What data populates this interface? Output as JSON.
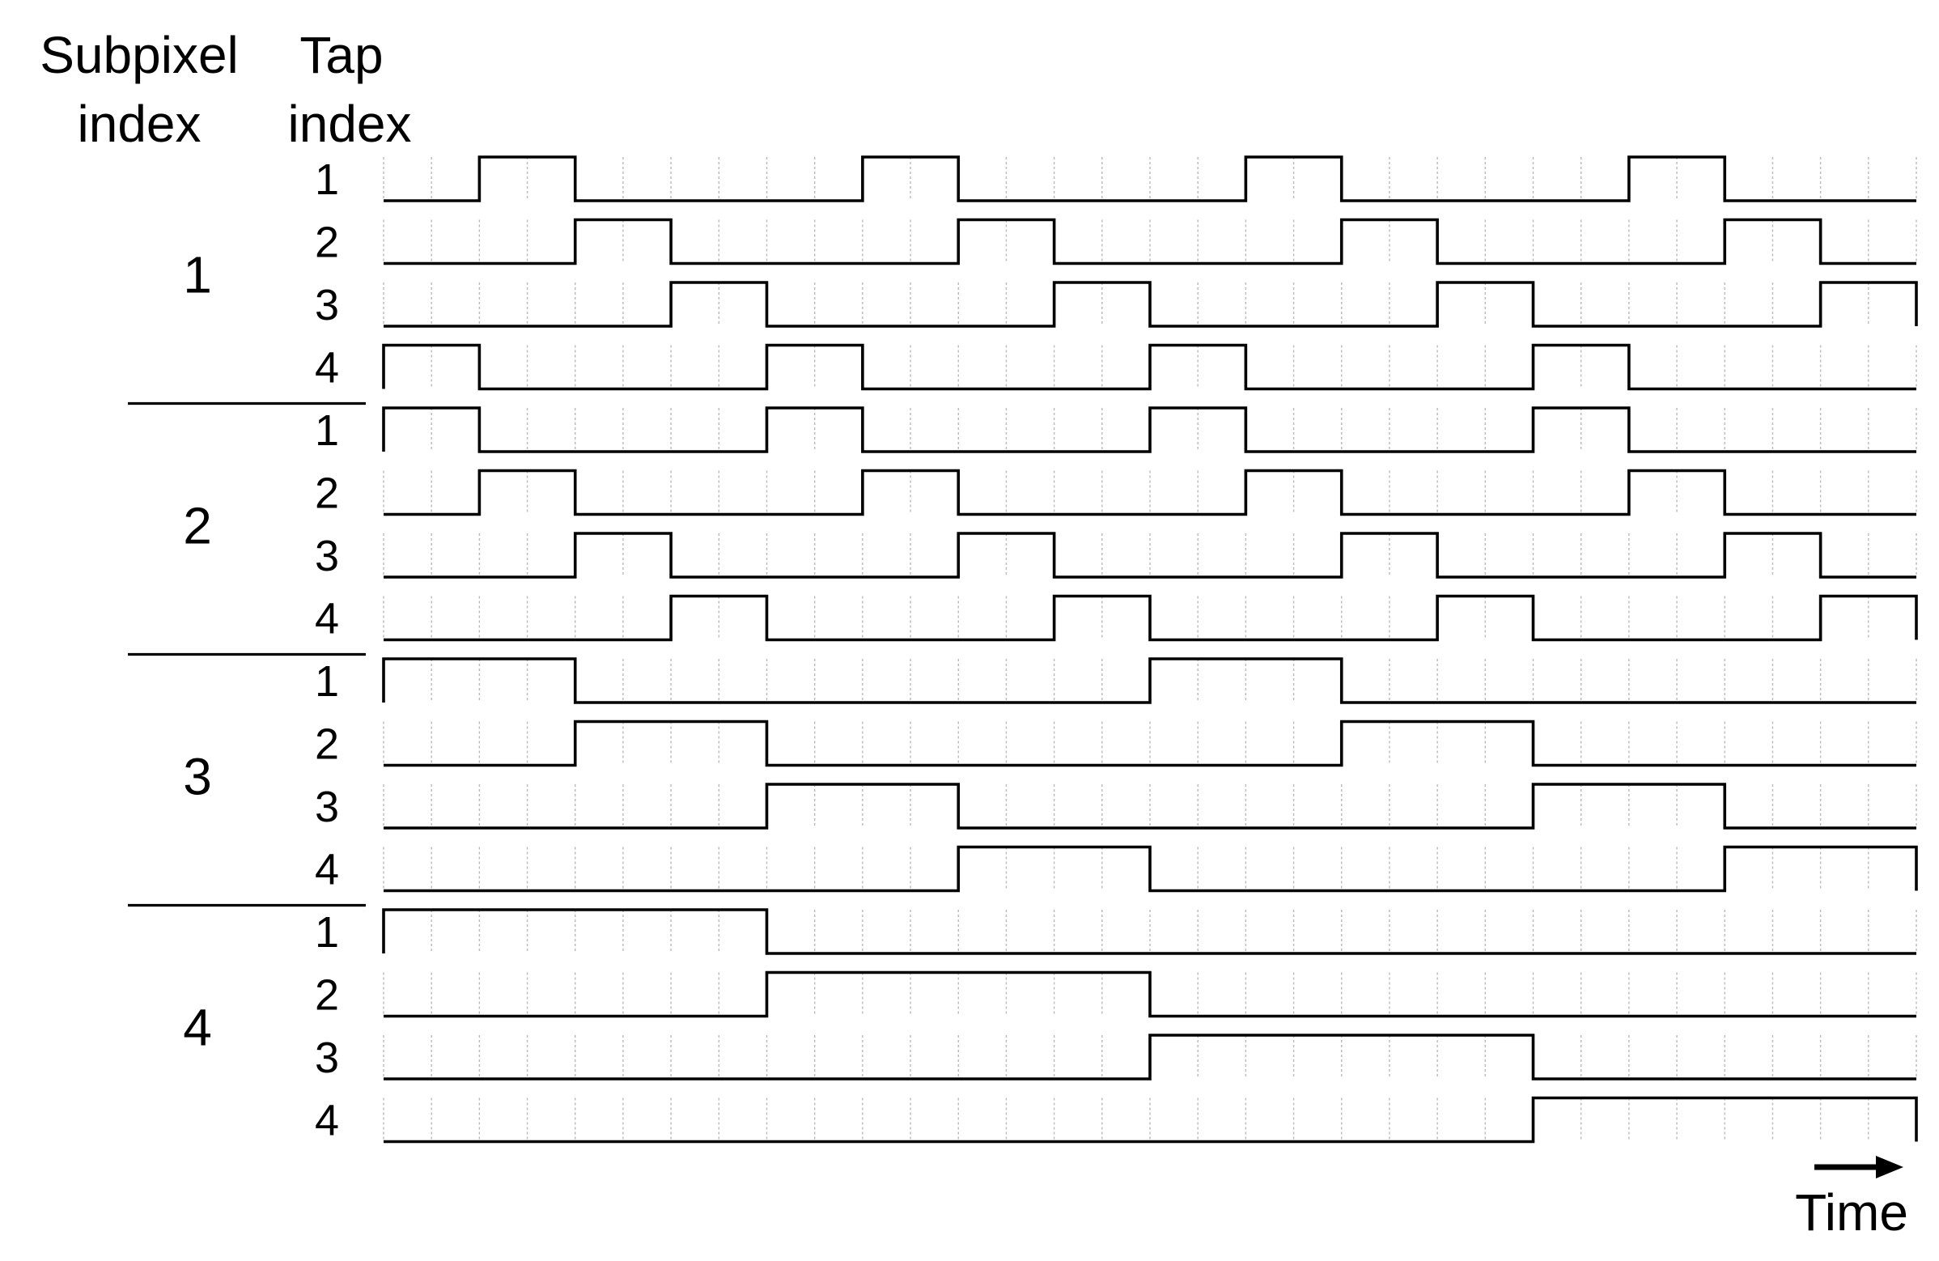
{
  "headers": {
    "subpixel_line1": "Subpixel",
    "subpixel_line2": "index",
    "tap_line1": "Tap",
    "tap_line2": "index"
  },
  "time_label": "Time",
  "time_steps": 16,
  "groups": [
    {
      "label": "1",
      "taps": [
        {
          "label": "1",
          "pattern": [
            0,
            1,
            0,
            0,
            0,
            1,
            0,
            0,
            0,
            1,
            0,
            0,
            0,
            1,
            0,
            0
          ]
        },
        {
          "label": "2",
          "pattern": [
            0,
            0,
            1,
            0,
            0,
            0,
            1,
            0,
            0,
            0,
            1,
            0,
            0,
            0,
            1,
            0
          ]
        },
        {
          "label": "3",
          "pattern": [
            0,
            0,
            0,
            1,
            0,
            0,
            0,
            1,
            0,
            0,
            0,
            1,
            0,
            0,
            0,
            1
          ]
        },
        {
          "label": "4",
          "pattern": [
            1,
            0,
            0,
            0,
            1,
            0,
            0,
            0,
            1,
            0,
            0,
            0,
            1,
            0,
            0,
            0
          ]
        }
      ]
    },
    {
      "label": "2",
      "taps": [
        {
          "label": "1",
          "pattern": [
            1,
            0,
            0,
            0,
            1,
            0,
            0,
            0,
            1,
            0,
            0,
            0,
            1,
            0,
            0,
            0
          ]
        },
        {
          "label": "2",
          "pattern": [
            0,
            1,
            0,
            0,
            0,
            1,
            0,
            0,
            0,
            1,
            0,
            0,
            0,
            1,
            0,
            0
          ]
        },
        {
          "label": "3",
          "pattern": [
            0,
            0,
            1,
            0,
            0,
            0,
            1,
            0,
            0,
            0,
            1,
            0,
            0,
            0,
            1,
            0
          ]
        },
        {
          "label": "4",
          "pattern": [
            0,
            0,
            0,
            1,
            0,
            0,
            0,
            1,
            0,
            0,
            0,
            1,
            0,
            0,
            0,
            1
          ]
        }
      ]
    },
    {
      "label": "3",
      "taps": [
        {
          "label": "1",
          "pattern": [
            1,
            1,
            0,
            0,
            0,
            0,
            0,
            0,
            1,
            1,
            0,
            0,
            0,
            0,
            0,
            0
          ]
        },
        {
          "label": "2",
          "pattern": [
            0,
            0,
            1,
            1,
            0,
            0,
            0,
            0,
            0,
            0,
            1,
            1,
            0,
            0,
            0,
            0
          ]
        },
        {
          "label": "3",
          "pattern": [
            0,
            0,
            0,
            0,
            1,
            1,
            0,
            0,
            0,
            0,
            0,
            0,
            1,
            1,
            0,
            0
          ]
        },
        {
          "label": "4",
          "pattern": [
            0,
            0,
            0,
            0,
            0,
            0,
            1,
            1,
            0,
            0,
            0,
            0,
            0,
            0,
            1,
            1
          ]
        }
      ]
    },
    {
      "label": "4",
      "taps": [
        {
          "label": "1",
          "pattern": [
            1,
            1,
            1,
            1,
            0,
            0,
            0,
            0,
            0,
            0,
            0,
            0,
            0,
            0,
            0,
            0
          ]
        },
        {
          "label": "2",
          "pattern": [
            0,
            0,
            0,
            0,
            1,
            1,
            1,
            1,
            0,
            0,
            0,
            0,
            0,
            0,
            0,
            0
          ]
        },
        {
          "label": "3",
          "pattern": [
            0,
            0,
            0,
            0,
            0,
            0,
            0,
            0,
            1,
            1,
            1,
            1,
            0,
            0,
            0,
            0
          ]
        },
        {
          "label": "4",
          "pattern": [
            0,
            0,
            0,
            0,
            0,
            0,
            0,
            0,
            0,
            0,
            0,
            0,
            1,
            1,
            1,
            1
          ]
        }
      ]
    }
  ]
}
